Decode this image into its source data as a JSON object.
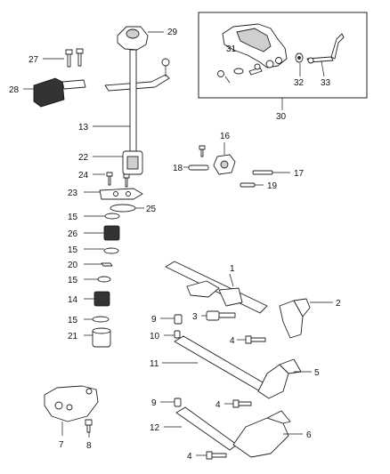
{
  "callouts": {
    "c1": "1",
    "c2": "2",
    "c3": "3",
    "c4a": "4",
    "c4b": "4",
    "c4c": "4",
    "c5": "5",
    "c6": "6",
    "c7": "7",
    "c8": "8",
    "c9a": "9",
    "c9b": "9",
    "c10": "10",
    "c11": "11",
    "c12": "12",
    "c13": "13",
    "c14": "14",
    "c15a": "15",
    "c15b": "15",
    "c15c": "15",
    "c15d": "15",
    "c16": "16",
    "c17": "17",
    "c18": "18",
    "c19": "19",
    "c20": "20",
    "c21": "21",
    "c22": "22",
    "c23": "23",
    "c24": "24",
    "c25": "25",
    "c26": "26",
    "c27": "27",
    "c28": "28",
    "c29": "29",
    "c30": "30",
    "c31": "31",
    "c32": "32",
    "c33": "33"
  }
}
